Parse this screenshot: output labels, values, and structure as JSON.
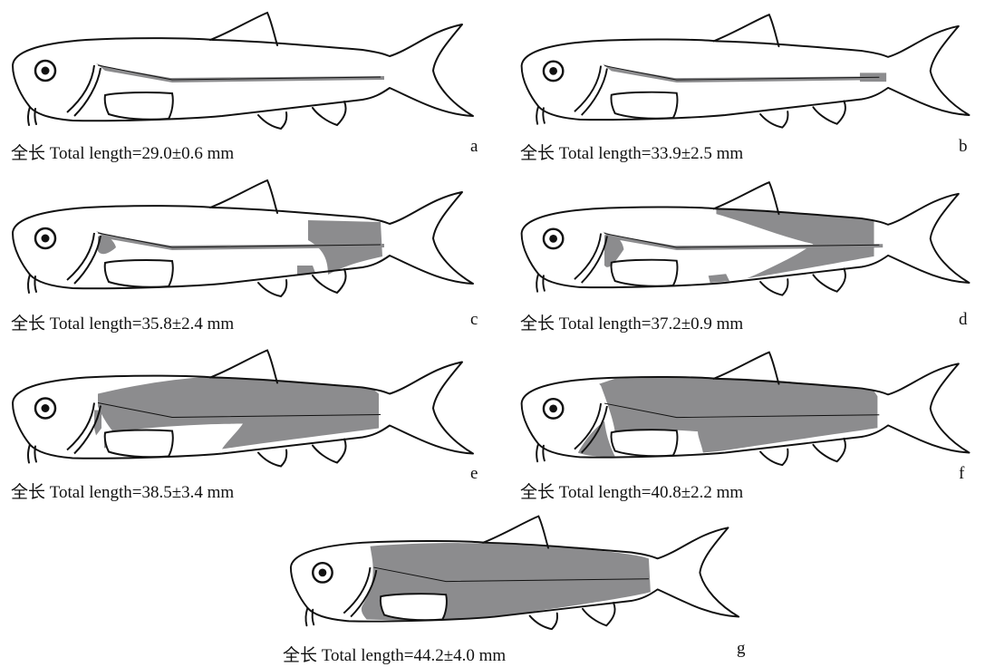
{
  "colors": {
    "outline": "#111111",
    "pigment": "#8c8c8e",
    "body": "#ffffff"
  },
  "panels": [
    {
      "id": "a",
      "letter": "a",
      "caption": "全长 Total length=29.0±0.6 mm",
      "stage": 0
    },
    {
      "id": "b",
      "letter": "b",
      "caption": "全长 Total length=33.9±2.5 mm",
      "stage": 1
    },
    {
      "id": "c",
      "letter": "c",
      "caption": "全长 Total length=35.8±2.4 mm",
      "stage": 2
    },
    {
      "id": "d",
      "letter": "d",
      "caption": "全长 Total length=37.2±0.9 mm",
      "stage": 3
    },
    {
      "id": "e",
      "letter": "e",
      "caption": "全长 Total length=38.5±3.4 mm",
      "stage": 4
    },
    {
      "id": "f",
      "letter": "f",
      "caption": "全长 Total length=40.8±2.2 mm",
      "stage": 5
    },
    {
      "id": "g",
      "letter": "g",
      "caption": "全长 Total length=44.2±4.0 mm",
      "stage": 6
    }
  ]
}
